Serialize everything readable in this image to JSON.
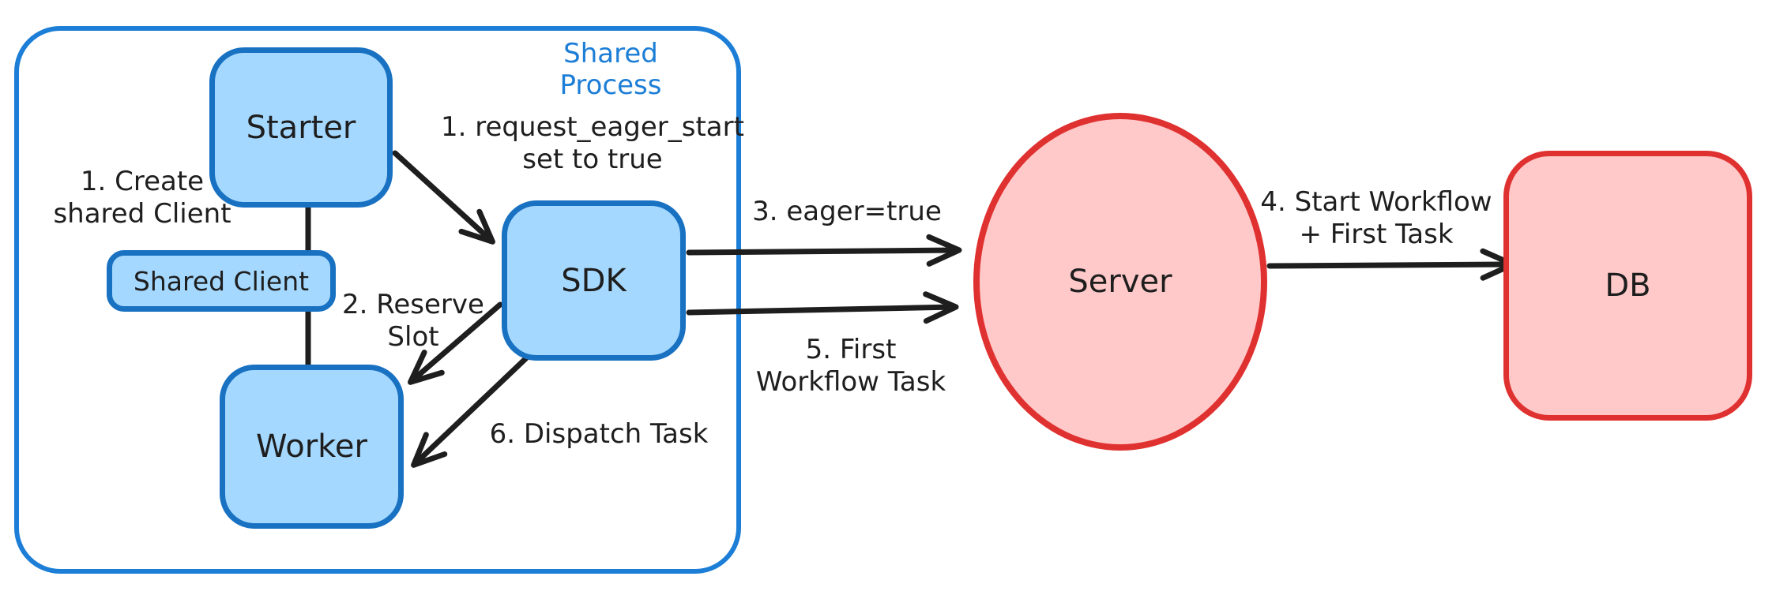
{
  "diagram": {
    "container_label": "Shared Process",
    "nodes": {
      "starter": {
        "label": "Starter"
      },
      "shared_client": {
        "label": "Shared Client"
      },
      "worker": {
        "label": "Worker"
      },
      "sdk": {
        "label": "SDK"
      },
      "server": {
        "label": "Server"
      },
      "db": {
        "label": "DB"
      }
    },
    "annotations": {
      "create_shared_client": "1. Create\nshared Client",
      "request_eager_start": "1. request_eager_start\nset to true",
      "reserve_slot": "2. Reserve\nSlot",
      "eager_true": "3. eager=true",
      "start_workflow": "4. Start Workflow\n+ First Task",
      "first_workflow_task": "5. First\nWorkflow Task",
      "dispatch_task": "6. Dispatch Task"
    },
    "colors": {
      "container_stroke": "#1c7ed6",
      "blue_stroke": "#1971c2",
      "blue_fill": "#a5d8ff",
      "red_stroke": "#e03131",
      "red_fill": "#ffc9c9",
      "text": "#1e1e1e"
    }
  }
}
